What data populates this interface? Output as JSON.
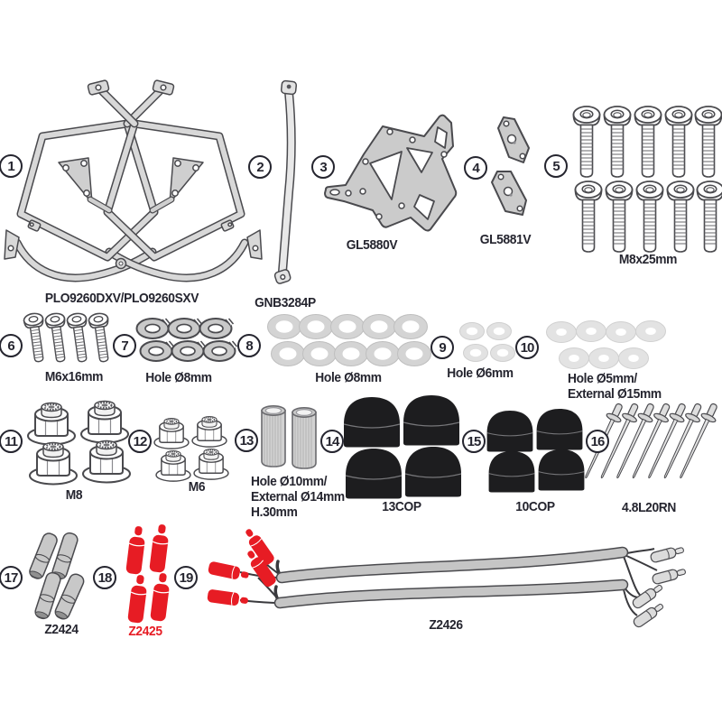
{
  "colors": {
    "background": "#ffffff",
    "ink": "#25252f",
    "accent_red": "#e71c24",
    "outline": "#4a4a4e",
    "metal_light": "#d8d8d8",
    "black_part": "#1d1d1f"
  },
  "parts": [
    {
      "id": 1,
      "label": "PLO9260DXV/PLO9260SXV",
      "quantity": 2,
      "item": "pannier-side-frames"
    },
    {
      "id": 2,
      "label": "GNB3284P",
      "quantity": 1,
      "item": "support-strap"
    },
    {
      "id": 3,
      "label": "GL5880V",
      "quantity": 1,
      "item": "mounting-plate"
    },
    {
      "id": 4,
      "label": "GL5881V",
      "quantity": 2,
      "item": "small-brackets"
    },
    {
      "id": 5,
      "label": "M8x25mm",
      "quantity": 10,
      "item": "socket-head-bolts"
    },
    {
      "id": 6,
      "label": "M6x16mm",
      "quantity": 4,
      "item": "socket-head-bolts"
    },
    {
      "id": 7,
      "label": "Hole Ø8mm",
      "quantity": 6,
      "item": "spring-washers"
    },
    {
      "id": 8,
      "label": "Hole Ø8mm",
      "quantity": 10,
      "item": "flat-washers"
    },
    {
      "id": 9,
      "label": "Hole Ø6mm",
      "quantity": 4,
      "item": "flat-washers"
    },
    {
      "id": 10,
      "label": "Hole Ø5mm/",
      "label2": "External Ø15mm",
      "quantity": 7,
      "item": "flat-washers"
    },
    {
      "id": 11,
      "label": "M8",
      "quantity": 4,
      "item": "flange-nuts"
    },
    {
      "id": 12,
      "label": "M6",
      "quantity": 4,
      "item": "flange-nuts"
    },
    {
      "id": 13,
      "label": "Hole Ø10mm/",
      "label2": "External Ø14mm",
      "label3": "H.30mm",
      "quantity": 2,
      "item": "spacer-tubes"
    },
    {
      "id": 14,
      "label": "13COP",
      "quantity": 4,
      "item": "cover-caps"
    },
    {
      "id": 15,
      "label": "10COP",
      "quantity": 4,
      "item": "cover-caps"
    },
    {
      "id": 16,
      "label": "4.8L20RN",
      "quantity": 7,
      "item": "rivets"
    },
    {
      "id": 17,
      "label": "Z2424",
      "quantity": 4,
      "item": "crimp-sleeves"
    },
    {
      "id": 18,
      "label": "Z2425",
      "quantity": 4,
      "item": "red-terminals"
    },
    {
      "id": 19,
      "label": "Z2426",
      "quantity": 1,
      "item": "wiring-cables"
    }
  ]
}
